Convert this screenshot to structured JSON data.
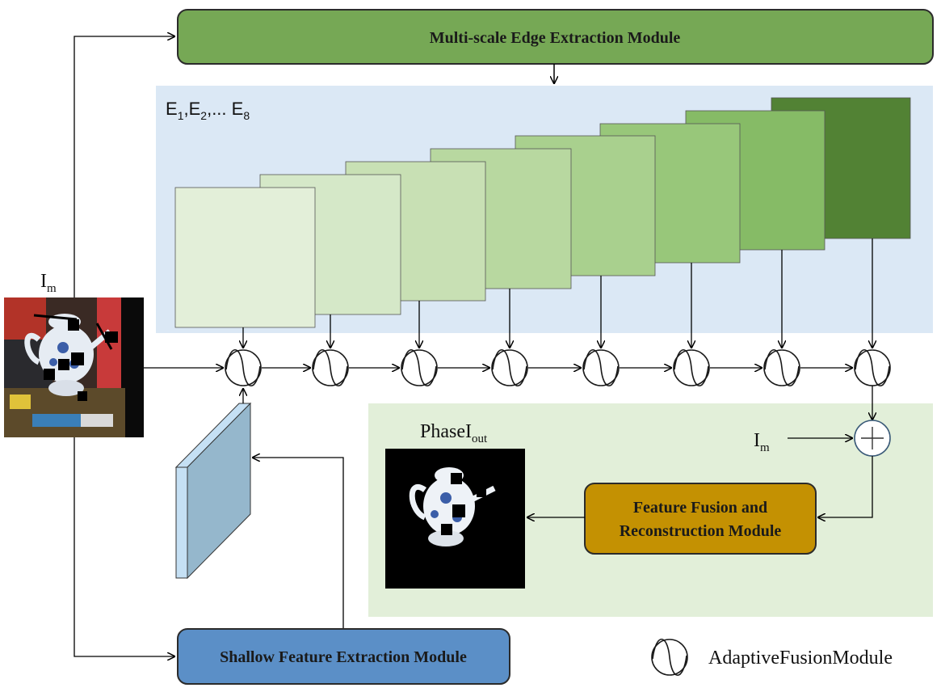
{
  "modules": {
    "edge": "Multi-scale Edge Extraction Module",
    "shallow": "Shallow Feature Extraction Module",
    "fusion_line1": "Feature Fusion and",
    "fusion_line2": "Reconstruction Module"
  },
  "labels": {
    "edge_maps_E": "E",
    "edge_maps_sub1": "1",
    "edge_maps_sep1": ",E",
    "edge_maps_sub2": "2",
    "edge_maps_sep2": ",... E",
    "edge_maps_sub8": "8",
    "input_main": "I",
    "input_sub": "m",
    "output_main": "PhaseI",
    "output_sub": "out",
    "legend": "AdaptiveFusionModule"
  },
  "colors": {
    "edge_module_fill": "#76a855",
    "edge_panel_bg": "#dbe8f5",
    "fusion_panel_bg": "#e2efd9",
    "shallow_module_fill": "#5b8fc7",
    "fusion_module_fill": "#c49102",
    "feature_block_front": "#95b7cc",
    "feature_block_side": "#c5e0f4",
    "edge_map_gradient": [
      "#e3efd9",
      "#d5e8c8",
      "#c8e0b4",
      "#b8d8a0",
      "#a9d08e",
      "#98c77a",
      "#86bb66",
      "#528234"
    ]
  },
  "icons": {
    "fusion_node": "tilde-circle-icon",
    "add_node": "plus-circle-icon"
  }
}
